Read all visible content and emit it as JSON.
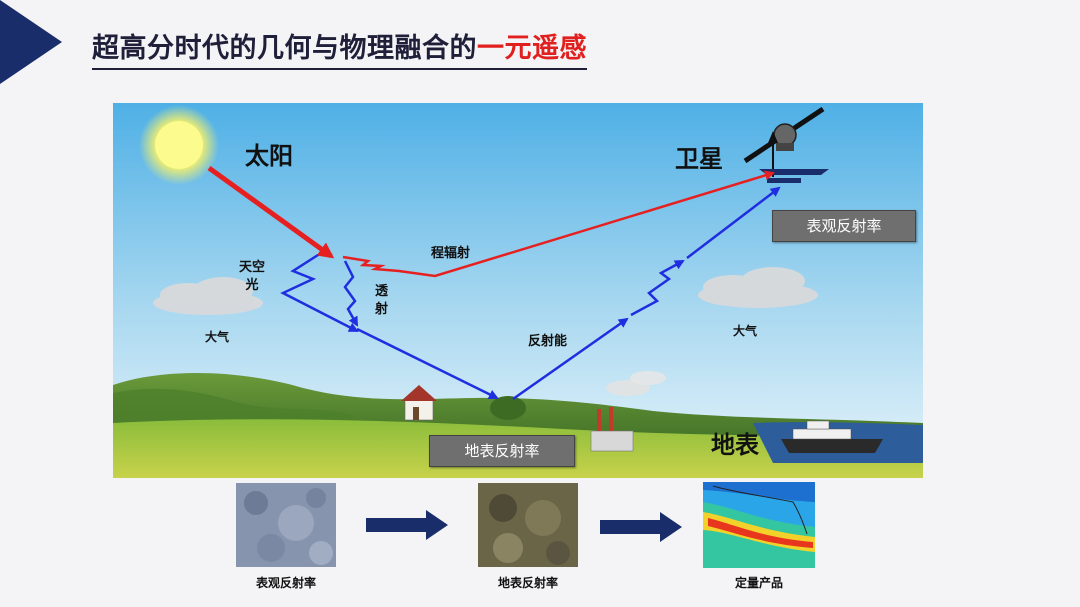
{
  "title": {
    "main": "超高分时代的几何与物理融合的",
    "highlight": "一元遥感"
  },
  "colors": {
    "accent": "#e0201e",
    "navy": "#1a2d6b",
    "incoming": "#e62020",
    "reflected": "#1f2ee0",
    "label_box": "#6f6f6f"
  },
  "diagram": {
    "sun": "太阳",
    "satellite": "卫星",
    "sky_light": "天空\n光",
    "transmission": "透\n射",
    "path_radiance": "程辐射",
    "atmosphere_left": "大气",
    "atmosphere_right": "大气",
    "reflected_energy": "反射能",
    "surface": "地表",
    "apparent_reflectance_box": "表观反射率",
    "surface_reflectance_box": "地表反射率"
  },
  "flow": {
    "captions": [
      "表观反射率",
      "地表反射率",
      "定量产品"
    ],
    "icons": [
      "satellite-icon",
      "house-icon",
      "factory-icon",
      "ship-icon",
      "cloud-icon",
      "sun-icon"
    ]
  }
}
